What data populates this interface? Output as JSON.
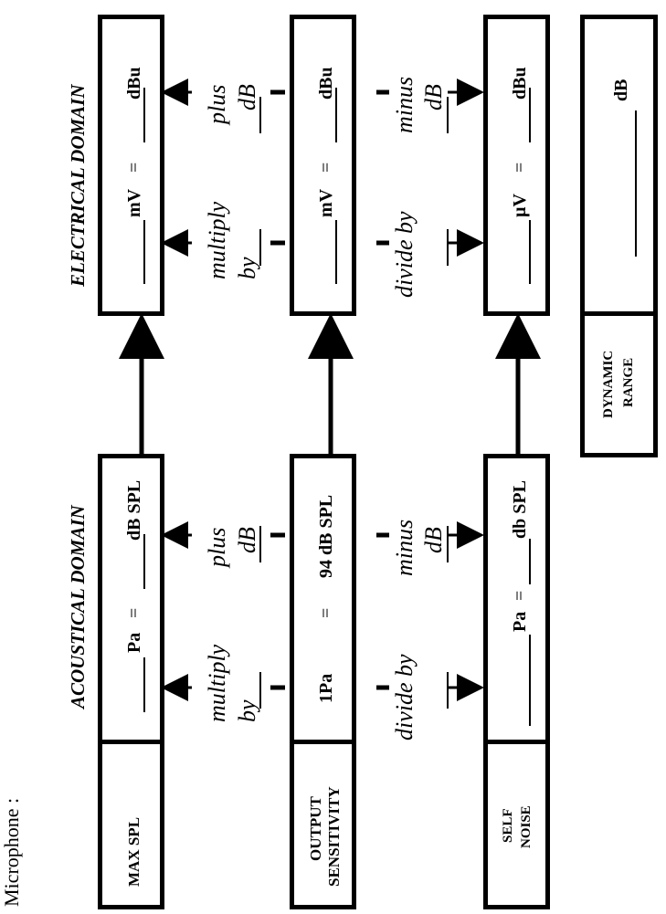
{
  "page": {
    "title": "Microphone :"
  },
  "headers": {
    "acoustical": "ACOUSTICAL DOMAIN",
    "electrical": "ELECTRICAL DOMAIN"
  },
  "rows": {
    "max_spl": {
      "label": "MAX SPL",
      "acoustic_unit_left": "Pa",
      "acoustic_eq": "=",
      "acoustic_unit_right": "dB SPL",
      "electrical_unit_left": "mV",
      "electrical_eq": "=",
      "electrical_unit_right": "dBu"
    },
    "output_sensitivity": {
      "label_line1": "OUTPUT",
      "label_line2": "SENSITIVITY",
      "acoustic_left": "1Pa",
      "acoustic_eq": "=",
      "acoustic_right": "94 dB SPL",
      "electrical_unit_left": "mV",
      "electrical_eq": "=",
      "electrical_unit_right": "dBu"
    },
    "self_noise": {
      "label_line1": "SELF",
      "label_line2": "NOISE",
      "acoustic_unit_left": "Pa",
      "acoustic_eq": "=",
      "acoustic_unit_right": "db SPL",
      "electrical_unit_left": "µV",
      "electrical_eq": "=",
      "electrical_unit_right": "dBu"
    },
    "dynamic_range": {
      "label_line1": "DYNAMIC",
      "label_line2": "RANGE",
      "unit": "dB"
    }
  },
  "operations": {
    "upper_acoustic_left_1": "multiply",
    "upper_acoustic_left_2": "by",
    "upper_acoustic_right_1": "plus",
    "upper_acoustic_right_2": "dB",
    "upper_electrical_left_1": "multiply",
    "upper_electrical_left_2": "by",
    "upper_electrical_right_1": "plus",
    "upper_electrical_right_2": "dB",
    "lower_acoustic_left": "divide by",
    "lower_acoustic_right_1": "minus",
    "lower_acoustic_right_2": "dB",
    "lower_electrical_left": "divide by",
    "lower_electrical_right_1": "minus",
    "lower_electrical_right_2": "dB"
  }
}
